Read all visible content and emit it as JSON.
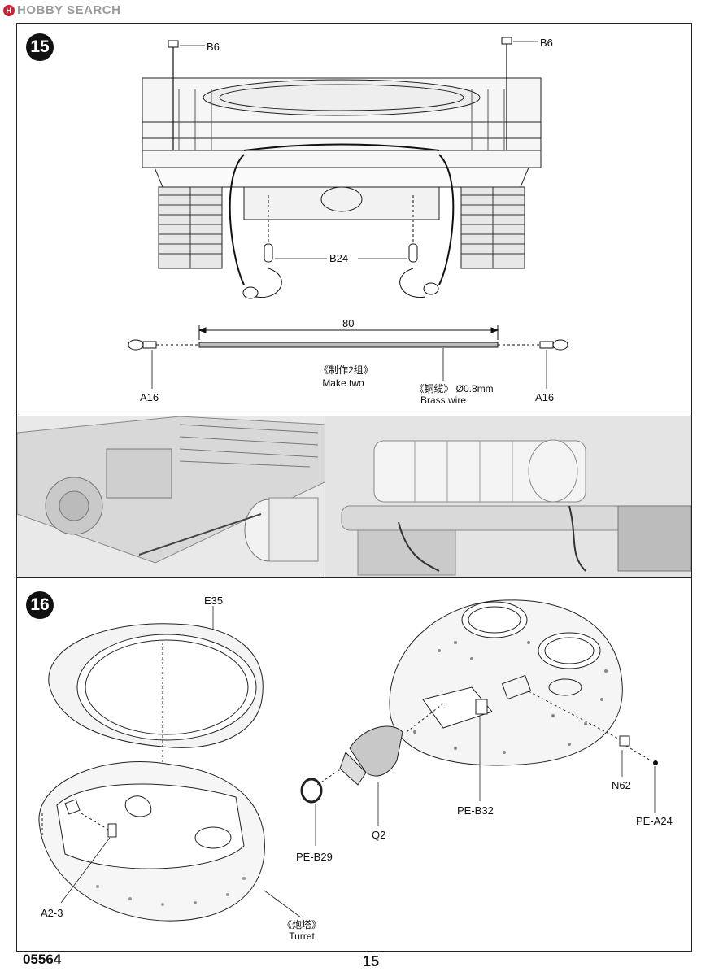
{
  "watermark": "HOBBY SEARCH",
  "step15": {
    "number": "15",
    "labels": {
      "b6_left": "B6",
      "b6_right": "B6",
      "b24": "B24",
      "length": "80",
      "make_two_cn": "《制作2组》",
      "make_two_en": "Make two",
      "brass_cn": "《铜缆》",
      "brass_dim": "Ø0.8mm",
      "brass_en": "Brass wire",
      "a16_left": "A16",
      "a16_right": "A16"
    }
  },
  "step16": {
    "number": "16",
    "labels": {
      "e35": "E35",
      "a2_3": "A2-3",
      "turret_cn": "《炮塔》",
      "turret_en": "Turret",
      "pe_b29": "PE-B29",
      "q2": "Q2",
      "pe_b32": "PE-B32",
      "n62": "N62",
      "pe_a24": "PE-A24"
    }
  },
  "footer": {
    "code": "05564",
    "page": "15"
  }
}
